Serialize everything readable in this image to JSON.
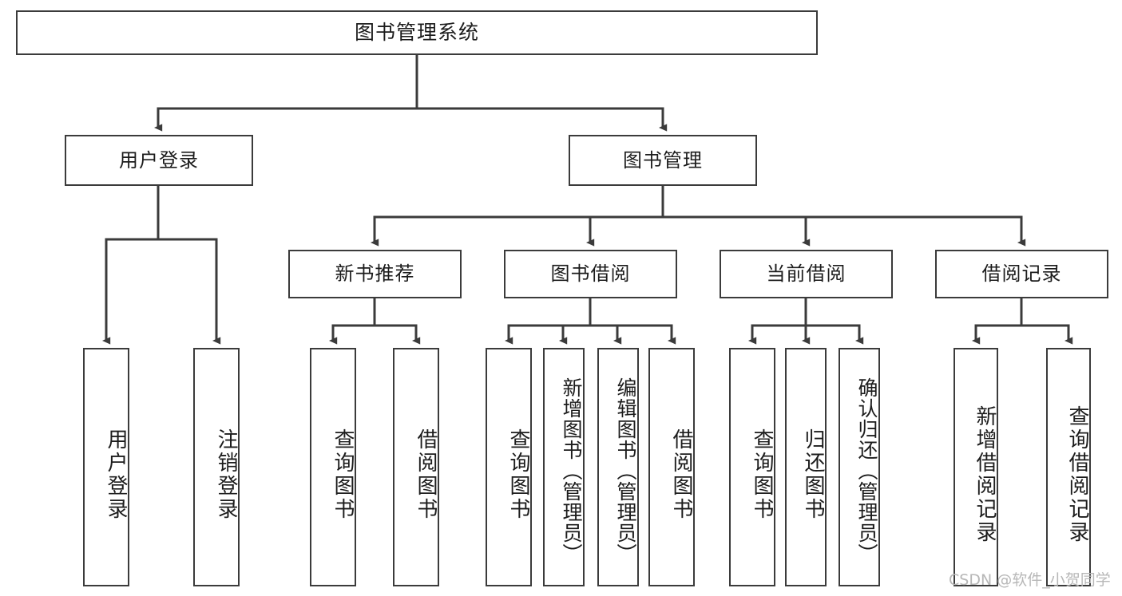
{
  "diagram": {
    "title": "图书管理系统",
    "type": "tree",
    "root": {
      "id": "root",
      "label": "图书管理系统",
      "orientation": "horizontal"
    },
    "level2": [
      {
        "id": "user-login",
        "label": "用户登录",
        "orientation": "horizontal"
      },
      {
        "id": "book-management",
        "label": "图书管理",
        "orientation": "horizontal"
      }
    ],
    "level3": [
      {
        "id": "new-book-recommend",
        "label": "新书推荐",
        "orientation": "horizontal",
        "parent": "book-management"
      },
      {
        "id": "book-borrow",
        "label": "图书借阅",
        "orientation": "horizontal",
        "parent": "book-management"
      },
      {
        "id": "current-borrow",
        "label": "当前借阅",
        "orientation": "horizontal",
        "parent": "book-management"
      },
      {
        "id": "borrow-record",
        "label": "借阅记录",
        "orientation": "horizontal",
        "parent": "book-management"
      }
    ],
    "leaves": [
      {
        "id": "leaf-user-login",
        "label": "用户登录",
        "orientation": "vertical",
        "parent": "user-login"
      },
      {
        "id": "leaf-logout",
        "label": "注销登录",
        "orientation": "vertical",
        "parent": "user-login"
      },
      {
        "id": "leaf-query-book-1",
        "label": "查询图书",
        "orientation": "vertical",
        "parent": "new-book-recommend"
      },
      {
        "id": "leaf-borrow-book-1",
        "label": "借阅图书",
        "orientation": "vertical",
        "parent": "new-book-recommend"
      },
      {
        "id": "leaf-query-book-2",
        "label": "查询图书",
        "orientation": "vertical",
        "parent": "book-borrow"
      },
      {
        "id": "leaf-add-book",
        "label": "新增图书（管理员）",
        "orientation": "vertical",
        "parent": "book-borrow"
      },
      {
        "id": "leaf-edit-book",
        "label": "编辑图书（管理员）",
        "orientation": "vertical",
        "parent": "book-borrow"
      },
      {
        "id": "leaf-borrow-book-2",
        "label": "借阅图书",
        "orientation": "vertical",
        "parent": "book-borrow"
      },
      {
        "id": "leaf-query-book-3",
        "label": "查询图书",
        "orientation": "vertical",
        "parent": "current-borrow"
      },
      {
        "id": "leaf-return-book",
        "label": "归还图书",
        "orientation": "vertical",
        "parent": "current-borrow"
      },
      {
        "id": "leaf-confirm-return",
        "label": "确认归还（管理员）",
        "orientation": "vertical",
        "parent": "current-borrow"
      },
      {
        "id": "leaf-add-record",
        "label": "新增借阅记录",
        "orientation": "vertical",
        "parent": "borrow-record"
      },
      {
        "id": "leaf-query-record",
        "label": "查询借阅记录",
        "orientation": "vertical",
        "parent": "borrow-record"
      }
    ],
    "colors": {
      "stroke": "#3b3b3b",
      "fill": "#ffffff",
      "text": "#1c1c1c",
      "watermark": "#b7b7b7"
    }
  },
  "watermark": {
    "text": "CSDN @软件_小贺同学"
  }
}
